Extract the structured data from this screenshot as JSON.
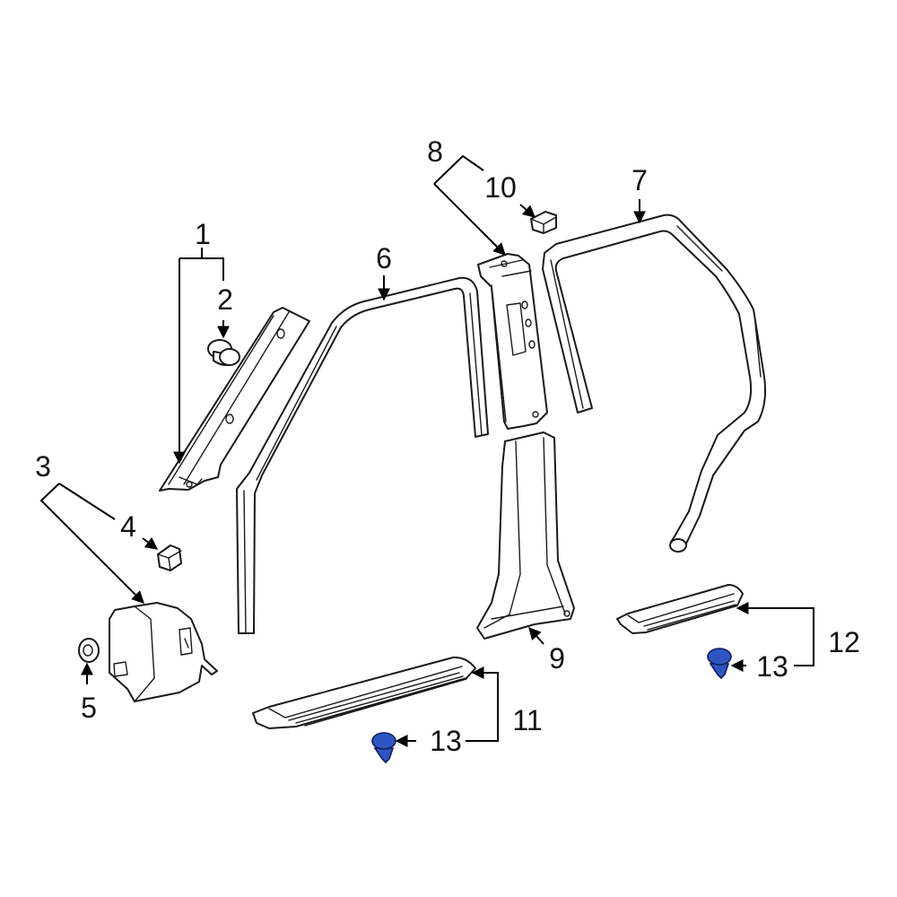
{
  "diagram": {
    "callouts": [
      {
        "id": "c1",
        "label": "1"
      },
      {
        "id": "c2",
        "label": "2"
      },
      {
        "id": "c3",
        "label": "3"
      },
      {
        "id": "c4",
        "label": "4"
      },
      {
        "id": "c5",
        "label": "5"
      },
      {
        "id": "c6",
        "label": "6"
      },
      {
        "id": "c7",
        "label": "7"
      },
      {
        "id": "c8",
        "label": "8"
      },
      {
        "id": "c9",
        "label": "9"
      },
      {
        "id": "c10",
        "label": "10"
      },
      {
        "id": "c11",
        "label": "11"
      },
      {
        "id": "c12",
        "label": "12"
      },
      {
        "id": "c13a",
        "label": "13"
      },
      {
        "id": "c13b",
        "label": "13"
      }
    ],
    "colors": {
      "line": "#1a1a1a",
      "background": "#ffffff",
      "highlight_clip": "#2f55c4",
      "highlight_clip_dark": "#0b1f5e"
    },
    "highlighted_parts": [
      "13"
    ]
  }
}
